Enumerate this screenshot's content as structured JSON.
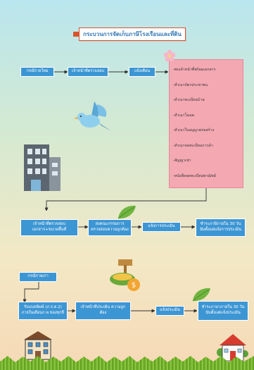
{
  "title": "กระบวนการจัดเก็บภาษีโรงเรือนและที่ดิน",
  "row1": {
    "b1": "กรณีรายใหม่",
    "b2": "เจ้าหน้าที่ตรวจสอบ",
    "b3": "แจ้งเตือน"
  },
  "documents": [
    "-พบเจ้าหน้าที่พร้อมเอกสาร",
    "-สำเนาบัตรประชาชน",
    "-สำเนาทะเบียนบ้าน",
    "-สำเนาโฉนด",
    "-สำเนาใบอนุญาตก่อสร้าง",
    "-สำเนาจดทะเบียนการค้า",
    "-สัญญาเช่า",
    "-หนังสือจดทะเบียนพาณิชย์"
  ],
  "row2": {
    "b1": "เจ้าหน้าที่ตรวจสอบ เอกสาร+ขนาดพื้นที่",
    "b2": "ส่งคณะกรรมการ ตรวจสอบความถูกต้อง",
    "b3": "แจ้งการประเมิน",
    "b4": "ชำระภาษีภายใน 30 วัน นับตั้งแต่แจ้งการประเมิน"
  },
  "row3": {
    "b0": "กรณีรายเก่า",
    "b1": "รับแบบพิมพ์ (ภ.ร.ด.2) ภายในเดือนก.พ.ของทุกปี",
    "b2": "เจ้าหน้าที่ประเมิน ความถูกต้อง",
    "b3": "แจ้งประเมิน",
    "b4": "ชำระภาษาภายใน 30 วัน นับตั้งแต่แจ้งประเมิน"
  },
  "colors": {
    "box": "#3d96d4",
    "title_border": "#d8542f",
    "title_text": "#3277b6",
    "list_bg": "#f4a8b2"
  },
  "icons": [
    "bird-icon",
    "office-building-icon",
    "sign-and-money-icon",
    "leaf-icon",
    "flower-icon",
    "apartment-icon",
    "house-icon"
  ]
}
